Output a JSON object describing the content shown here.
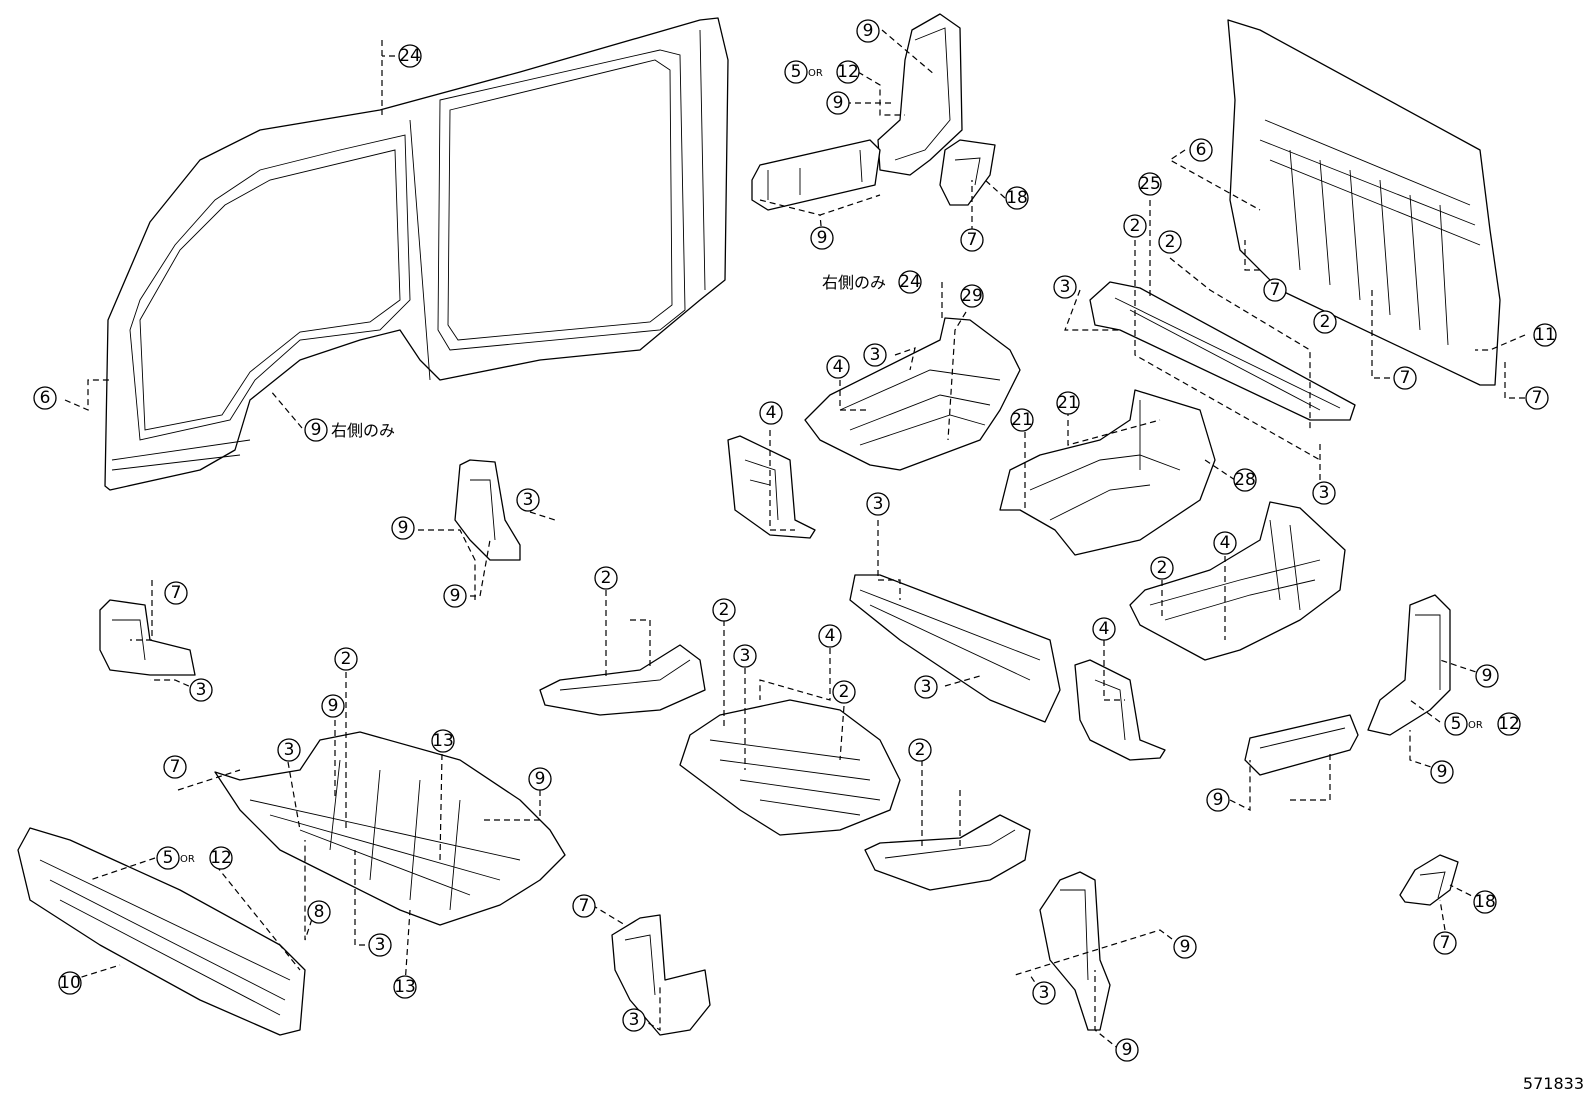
{
  "diagram_id": "571833",
  "notes": {
    "right_side_only": "右側のみ",
    "or": "OR"
  },
  "callouts": [
    "24",
    "9",
    "5",
    "12",
    "9",
    "9",
    "18",
    "7",
    "6",
    "25",
    "2",
    "2",
    "3",
    "7",
    "11",
    "24",
    "29",
    "3",
    "4",
    "21",
    "21",
    "2",
    "7",
    "7",
    "6",
    "9",
    "4",
    "28",
    "3",
    "9",
    "3",
    "9",
    "3",
    "7",
    "3",
    "2",
    "2",
    "4",
    "3",
    "2",
    "4",
    "2",
    "9",
    "5",
    "12",
    "2",
    "9",
    "3",
    "9",
    "13",
    "7",
    "3",
    "5",
    "12",
    "9",
    "9",
    "8",
    "3",
    "13",
    "10",
    "7",
    "3",
    "2",
    "9",
    "3",
    "9",
    "18",
    "7",
    "3",
    "4"
  ]
}
